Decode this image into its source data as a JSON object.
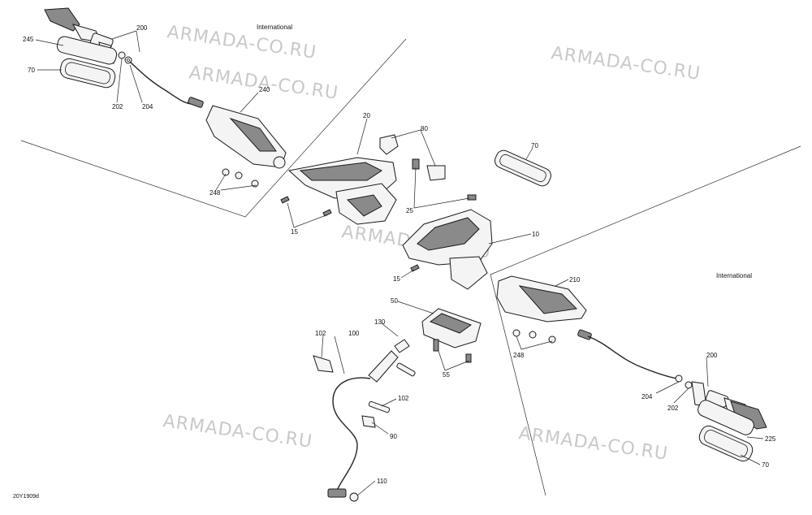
{
  "diagram": {
    "code": "20Y1909d",
    "region_labels": [
      "International",
      "International"
    ],
    "watermark": "ARMADA-CO.RU",
    "callouts": [
      {
        "id": "c200a",
        "label": "200"
      },
      {
        "id": "c245",
        "label": "245"
      },
      {
        "id": "c70a",
        "label": "70"
      },
      {
        "id": "c202a",
        "label": "202"
      },
      {
        "id": "c204a",
        "label": "204"
      },
      {
        "id": "c240",
        "label": "240"
      },
      {
        "id": "c248a",
        "label": "248"
      },
      {
        "id": "c20",
        "label": "20"
      },
      {
        "id": "c80",
        "label": "80"
      },
      {
        "id": "c70b",
        "label": "70"
      },
      {
        "id": "c25",
        "label": "25"
      },
      {
        "id": "c15a",
        "label": "15"
      },
      {
        "id": "c10",
        "label": "10"
      },
      {
        "id": "c15b",
        "label": "15"
      },
      {
        "id": "c210",
        "label": "210"
      },
      {
        "id": "c50",
        "label": "50"
      },
      {
        "id": "c130",
        "label": "130"
      },
      {
        "id": "c100",
        "label": "100"
      },
      {
        "id": "c102a",
        "label": "102"
      },
      {
        "id": "c55",
        "label": "55"
      },
      {
        "id": "c102b",
        "label": "102"
      },
      {
        "id": "c90",
        "label": "90"
      },
      {
        "id": "c110",
        "label": "110"
      },
      {
        "id": "c248b",
        "label": "248"
      },
      {
        "id": "c200b",
        "label": "200"
      },
      {
        "id": "c204b",
        "label": "204"
      },
      {
        "id": "c202b",
        "label": "202"
      },
      {
        "id": "c225",
        "label": "225"
      },
      {
        "id": "c70c",
        "label": "70"
      }
    ]
  }
}
